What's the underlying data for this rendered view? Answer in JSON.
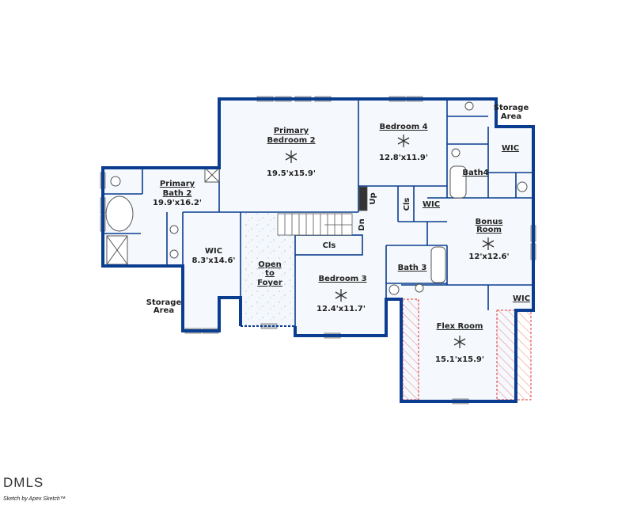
{
  "rooms": {
    "primary_bedroom": {
      "name_1": "Primary",
      "name_2": "Bedroom 2",
      "size": "19.5'x15.9'"
    },
    "primary_bath": {
      "name_1": "Primary",
      "name_2": "Bath 2",
      "size": "19.9'x16.2'"
    },
    "wic_primary": {
      "name": "WIC",
      "size": "8.3'x14.6'"
    },
    "open_foyer": {
      "name_1": "Open",
      "name_2": "to",
      "name_3": "Foyer"
    },
    "bedroom3": {
      "name": "Bedroom 3",
      "size": "12.4'x11.7'"
    },
    "bedroom4": {
      "name": "Bedroom 4",
      "size": "12.8'x11.9'"
    },
    "bonus": {
      "name_1": "Bonus",
      "name_2": "Room",
      "size": "12'x12.6'"
    },
    "flex": {
      "name": "Flex Room",
      "size": "15.1'x15.9'"
    },
    "bath3": {
      "name": "Bath 3"
    },
    "bath4": {
      "name": "Bath4"
    },
    "cls_hall": {
      "name": "Cls"
    },
    "cls_b3": {
      "name": "Cls"
    },
    "wic_b4": {
      "name": "WIC"
    },
    "wic_upper": {
      "name": "WIC"
    },
    "wic_lower": {
      "name": "WIC"
    },
    "storage_left": {
      "name_1": "Storage",
      "name_2": "Area"
    },
    "storage_right": {
      "name_1": "Storage",
      "name_2": "Area"
    },
    "stairs_up": "Up",
    "stairs_down": "Dn"
  },
  "footer": {
    "logo": "DMLS",
    "credit": "Sketch by Apex Sketch™"
  },
  "colors": {
    "wall": "#0a3d8f",
    "floor": "#f5f8fc",
    "window": "#9aa0a6",
    "hatch": "#e53935"
  }
}
